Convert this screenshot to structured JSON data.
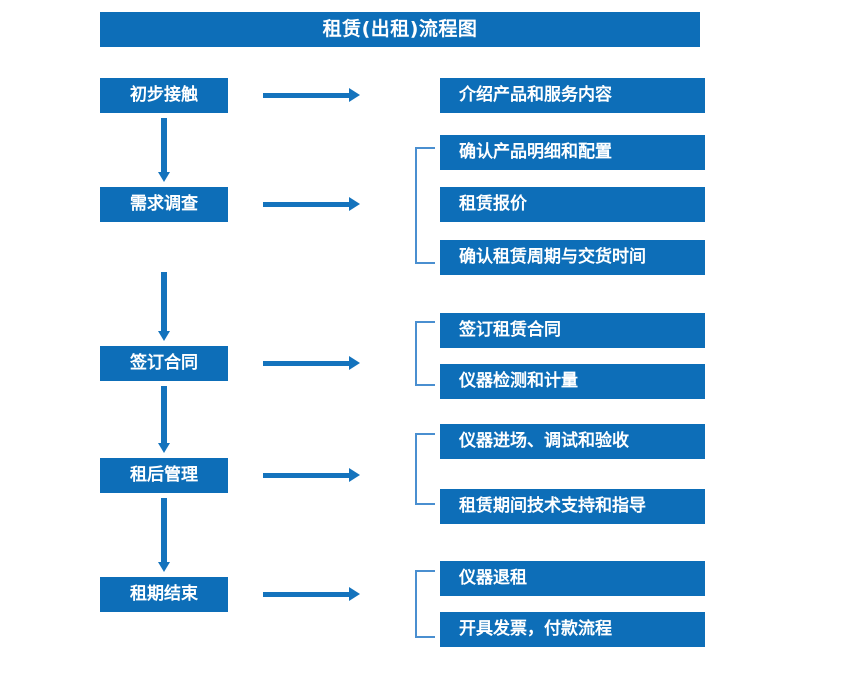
{
  "diagram": {
    "title": "租赁(出租)流程图",
    "theme": {
      "box_fill": "#0d6eb8",
      "box_text": "#ffffff",
      "arrow": "#1473bd",
      "bracket": "#4a8fd0",
      "background": "#ffffff"
    },
    "stages": [
      {
        "label": "初步接触"
      },
      {
        "label": "需求调查"
      },
      {
        "label": "签订合同"
      },
      {
        "label": "租后管理"
      },
      {
        "label": "租期结束"
      }
    ],
    "groups": [
      {
        "bracketed": false,
        "items": [
          {
            "label": "介绍产品和服务内容"
          }
        ]
      },
      {
        "bracketed": true,
        "items": [
          {
            "label": "确认产品明细和配置"
          },
          {
            "label": "租赁报价"
          },
          {
            "label": "确认租赁周期与交货时间"
          }
        ]
      },
      {
        "bracketed": true,
        "items": [
          {
            "label": "签订租赁合同"
          },
          {
            "label": "仪器检测和计量"
          }
        ]
      },
      {
        "bracketed": true,
        "items": [
          {
            "label": "仪器进场、调试和验收"
          },
          {
            "label": "租赁期间技术支持和指导"
          }
        ]
      },
      {
        "bracketed": true,
        "items": [
          {
            "label": "仪器退租"
          },
          {
            "label": "开具发票，付款流程"
          }
        ]
      }
    ]
  }
}
